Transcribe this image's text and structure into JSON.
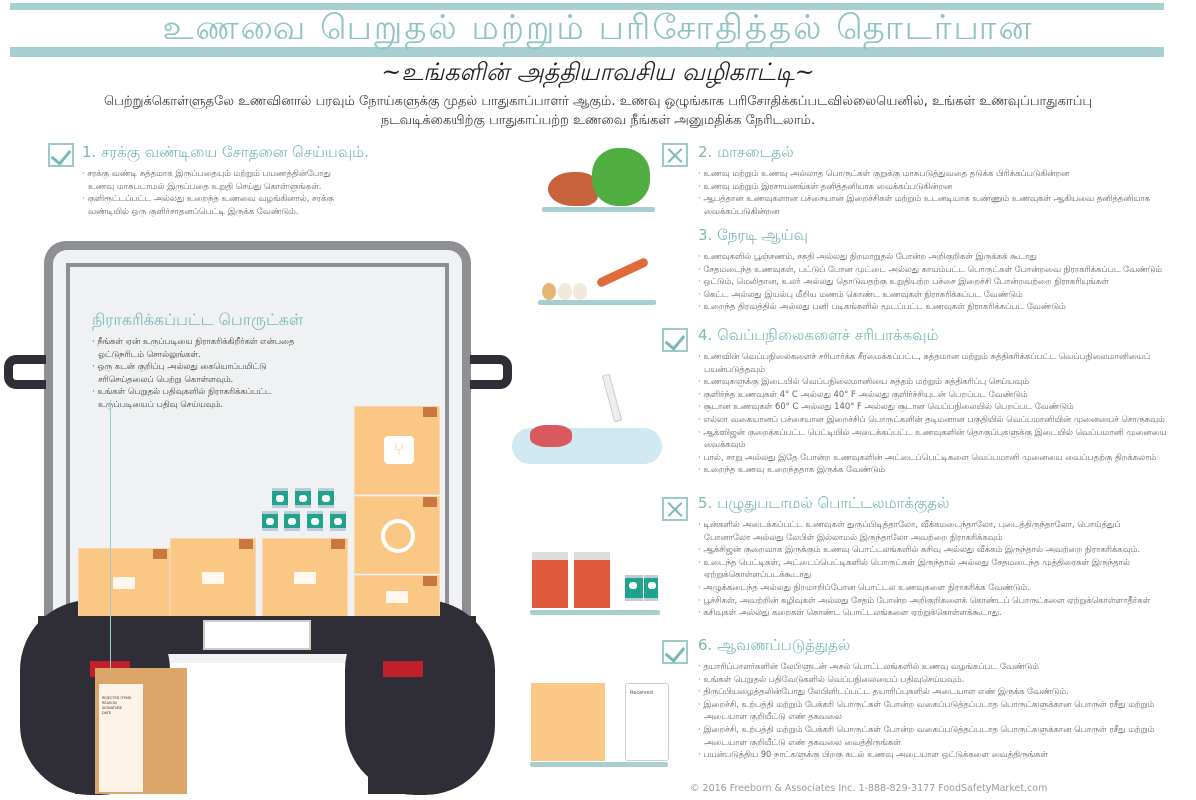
{
  "header": {
    "title": "உணவை பெறுதல் மற்றும் பரிசோதித்தல் தொடர்பான",
    "subtitle": "~உங்களின் அத்தியாவசிய வழிகாட்டி~",
    "intro": "பெற்றுக்கொள்ளுதலே உணவினால் பரவும் நோய்களுக்கு முதல் பாதுகாப்பாளர் ஆகும். உணவு ஒழுங்காக பரிசோதிக்கப்படவில்லையெனில், உங்கள் உணவுப்பாதுகாப்பு நடவடிக்கையிற்கு பாதுகாப்பற்ற உணவை நீங்கள் அனுமதிக்க நேரிடலாம்."
  },
  "colors": {
    "accent": "#79b8b5",
    "bar": "#a8cfcf",
    "box": "#fbc785",
    "truck": "#2f2e36"
  },
  "sections": [
    {
      "icon": "check-icon",
      "title": "1. சரக்கு வண்டியை சோதனை செய்யவும்.",
      "bullets": [
        "சரக்கு வண்டி சுத்தமாக இருப்பதையும் மற்றும் பயணத்தின்போது உணவு மாசுபடாமல் இருப்பதை உறுதி செய்து கொள்ளுங்கள்.",
        "குளிரூட்டப்பட்ட அல்லது உறைந்த உணவை வழங்கினால், சரக்கு வண்டியில் ஒரு குளிர்சாதனப்பெட்டி இருக்க வேண்டும்."
      ]
    },
    {
      "icon": "cross-icon",
      "title": "2. மாசடைதல்",
      "bullets": [
        "உணவு மற்றும் உணவு அல்லாத பொருட்கள் குறுக்கு மாசுபடுத்துவதை தடுக்க பிரிக்கப்படுகின்றன",
        "உணவு மற்றும் இரசாயனங்கள் தனித்தனியாக வைக்கப்படுகின்றன",
        "ஆபத்தான உணவுகளான பச்சையான இறைச்சிகள் மற்றும் உடனடியாக உண்ணும் உணவுகள் ஆகியவை தனித்தனியாக வைக்கப்படுகின்றன"
      ]
    },
    {
      "icon": "none",
      "title": "3. நேரடி ஆய்வு",
      "bullets": [
        "உணவுகளில் பூஞ்சணம், சகதி அல்லது நிறமாறுதல் போன்ற அறிகுறிகள் இருக்கக் கூடாது",
        "சேதமடைந்த உணவுகள், பட்டுப் போன முட்டை அல்லது காயம்பட்ட பொருட்கள் போன்றவை நிராகரிக்கப்பட வேண்டும்",
        "ஒட்டும், மெலிதான, உலர் அல்லது தொடுவதற்கு உறுதியற்ற பச்சை இறைச்சி போன்றவற்றை நிராகரியுங்கள்",
        "கெட்ட அல்லது இயல்பு மீறிய மணம் கொண்ட உணவுகள் நிராகரிக்கப்பட வேண்டும்",
        "உறைந்த திரவத்தில் அல்லது பனி படிகங்களில் மூடப்பட்ட உணவுகள் நிராகரிக்கப்பட வேண்டும்"
      ]
    },
    {
      "icon": "check-icon",
      "title": "4. வெப்பநிலைகளைச் சரிபாக்கவும்",
      "bullets": [
        "உணவின் வெப்பநிலைகளைச் சரிபார்க்க சீரமைக்கப்பட்ட, சுத்தமான மற்றும் சுத்திகரிக்கப்பட்ட வெப்பநிலைமானியைப் பயன்படுத்தவும்",
        "உணவுகளுக்கு இடையில் வெப்பநிலைமானியை சுத்தம் மற்றும் சுத்திகரிப்பு செய்யவும்",
        "குளிர்ந்த உணவுகள் 4° C அல்லது 40° F அல்லது குளிர்ச்சியுடன் பெறப்பட வேண்டும்",
        "சூடான உணவுகள் 60° C அல்லது 140° F அல்லது சூடான வெப்பநிலையில் பெறப்பட வேண்டும்",
        "எல்லா வகையானப் பச்சையான இறைச்சிப் பொருட்களின் தடிமனான பகுதியில் வெப்பமானியின் முனையைச் சொருகவும்",
        "ஆக்ஸிஜன் குறைக்கப்பட்ட பெட்டியில் அடைக்கப்பட்ட உணவுகளின் தொகுப்புகளுக்கு இடையில் வெப்பமானி முனையை வைக்கவும்",
        "பால், சாறு அல்லது இதே போன்ற உணவுகளின் அட்டைப்பெட்டிகளை வெப்பமானி முனையை வைப்பதற்கு திறக்கலாம்",
        "உறைந்த உணவு உறைந்ததாக இருக்க வேண்டும்"
      ]
    },
    {
      "icon": "cross-icon",
      "title": "5. பழுதுபடாமல் பொட்டலமாக்குதல்",
      "bullets": [
        "டின்களில் அடைக்கப்பட்ட உணவுகள் துருப்பிடித்தாலோ, வீக்கமடைந்தாலோ, புடைத்திருந்தாலோ, பொய்த்துப் போனாலோ அல்லது லேபிள் இல்லாமல் இருந்தாலோ அவற்றை நிராகரிக்கவும்",
        "ஆக்சிஜன் குறைவாக இருக்கும் உணவு பொட்டலங்களில் கசிவு அல்லது வீக்கம் இருந்தால் அவற்றை நிராகரிக்கவும்.",
        "உடைந்த பெட்டிகள், அட்டைப்பெட்டிகளில் பொருட்கள் இருந்தால் அல்லது சேதமடைந்த முத்திரைகள் இருந்தால் ஏற்றுக்கொள்ளப்படக்கூடாது",
        "அழுக்கடைந்த அல்லது நிறமாறிப்போன பொட்டல உணவுகளை நிராகரிக்க வேண்டும்.",
        "பூச்சிகள், அவற்றின் கழிவுகள் அல்லது சேதம் போன்ற அறிகுறிகளைக் கொண்டப் பொருட்களை ஏற்றுக்கொள்ளாதீர்கள்",
        "கசிவுகள் அல்லது கறைகள் கொண்ட பொட்டலங்களை ஏற்றுக்கொள்ளக்கூடாது."
      ]
    },
    {
      "icon": "check-icon",
      "title": "6. ஆவணப்படுத்துதல்",
      "bullets": [
        "தயாரிப்பாளர்களின் லேபிளுடன் அசல் பொட்டலங்களில் உணவு வழங்கப்பட வேண்டும்",
        "உங்கள் பெறுதல் பதிவேடுகளில் வெப்பநிலையைப் பதிவுசெய்யவும்.",
        "திருப்பியழைத்தலின்போது லேபிளிடப்பட்ட தயாரிப்புகளில் அடையாள எண் இருக்க வேண்டும்.",
        "இறைச்சி, உற்பத்தி மற்றும் பேக்கரி பொருட்கள் போன்ற வகைப்படுத்தப்படாத பொருட்களுக்கான பொருள் ரசீது மற்றும் அடையாள குறியீட்டு எண் தகவலை",
        "இறைச்சி, உற்பத்தி மற்றும் பேக்கரி பொருட்கள் போன்ற வகைப்படுத்தப்படாத பொருட்களுக்கான பொருள் ரசீது மற்றும் அடையாள குறியீட்டு எண் தகவலை வைத்திருங்கள்",
        "பயன்படுத்திய 90 நாட்களுக்கு பிறகு கடல் உணவு அடையாள ஒட்டுக்களை வைத்திருங்கள்"
      ]
    }
  ],
  "rejected": {
    "title": "நிராகரிக்கப்பட்ட பொருட்கள்",
    "bullets": [
      "நீங்கள் ஏன் உருப்படியை நிராகரிக்கிறீர்கள் என்பதை ஓட்டுநரிடம் சொல்லுங்கள்.",
      "ஒரு கடன் குறிப்பு அல்லது கையொப்பமிட்டு சரிசெய்தலைப் பெற்று கொள்ளவும்.",
      "உங்கள் பெறுதல் பதிவுகளில் நிராகரிக்கப்பட்ட உருப்படியைப் பதிவு செய்யவும்."
    ],
    "tag": [
      "REJECTED ITEMS",
      "REASON",
      "SIGNATURE",
      "DATE"
    ]
  },
  "clipboard_label": "Received",
  "footer": "© 2016 Freeborn & Associates Inc. 1-888-829-3177 FoodSafetyMarket.com"
}
